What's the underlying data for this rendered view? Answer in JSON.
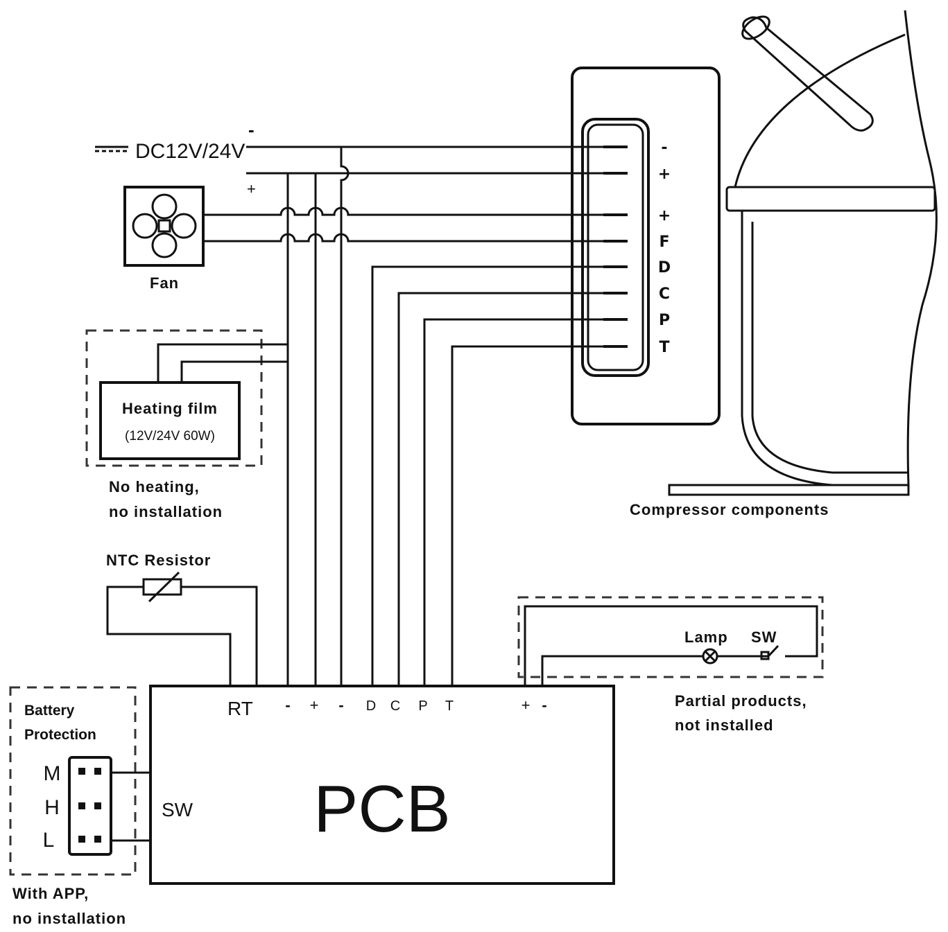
{
  "power": {
    "label": "DC12V/24V",
    "neg_sign": "-",
    "pos_sign": "+"
  },
  "fan": {
    "label": "Fan"
  },
  "heating": {
    "title": "Heating film",
    "spec": "(12V/24V 60W)",
    "note_line1": "No heating,",
    "note_line2": "no installation"
  },
  "compressor": {
    "label": "Compressor  components",
    "pins": [
      "-",
      "+",
      "+",
      "F",
      "D",
      "C",
      "P",
      "T"
    ]
  },
  "ntc": {
    "label": "NTC Resistor"
  },
  "pcb": {
    "label": "PCB",
    "rt": "RT",
    "sw": "SW",
    "top_pins": [
      "-",
      "+",
      "-",
      "D",
      "C",
      "P",
      "T"
    ],
    "lamp_pins": [
      "+",
      "-"
    ]
  },
  "lamp": {
    "lamp_label": "Lamp",
    "sw_label": "SW",
    "note_line1": "Partial  products,",
    "note_line2": "not installed"
  },
  "battery": {
    "title_line1": "Battery",
    "title_line2": "Protection",
    "levels": [
      "M",
      "H",
      "L"
    ],
    "note_line1": "With APP,",
    "note_line2": "no installation"
  }
}
